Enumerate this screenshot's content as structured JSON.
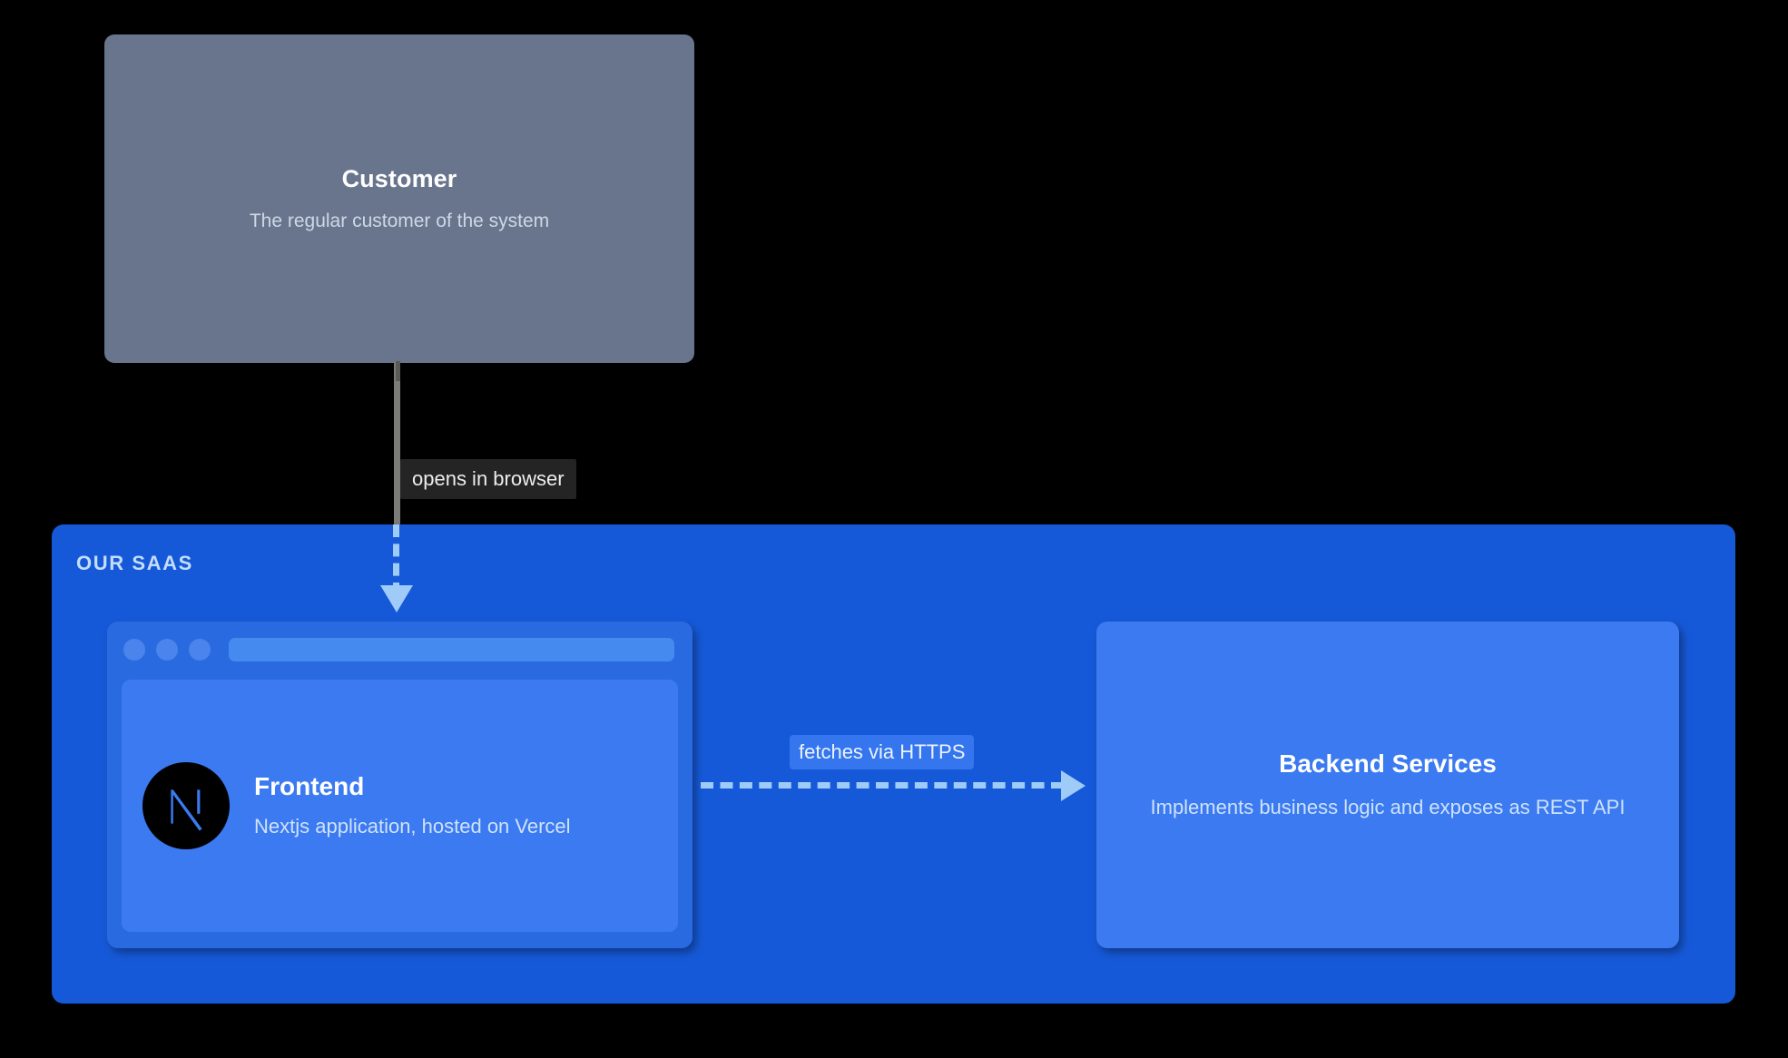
{
  "diagram": {
    "type": "c4-container-diagram",
    "background": "#000000",
    "person": {
      "title": "Customer",
      "description": "The regular customer of the system",
      "color": "#68758c"
    },
    "boundary": {
      "label": "OUR SAAS",
      "color": "#1659d8",
      "label_color": "#c4ddfb"
    },
    "frontend": {
      "title": "Frontend",
      "description": "Nextjs application, hosted on Vercel",
      "logo": "nextjs-logo",
      "color": "#3b7af0",
      "window_color": "#2a6ae0"
    },
    "backend": {
      "title": "Backend Services",
      "description": "Implements business logic and exposes as REST API",
      "color": "#3b7af0"
    },
    "relationships": [
      {
        "id": "customer-to-frontend",
        "label": "opens in browser",
        "from": "Customer",
        "to": "Frontend",
        "style": "dashed",
        "color": "#9ecbf7",
        "label_background": "#242424"
      },
      {
        "id": "frontend-to-backend",
        "label": "fetches via HTTPS",
        "from": "Frontend",
        "to": "Backend Services",
        "style": "dashed",
        "color": "#9ecbf7",
        "label_background": "#3576ee"
      }
    ]
  }
}
